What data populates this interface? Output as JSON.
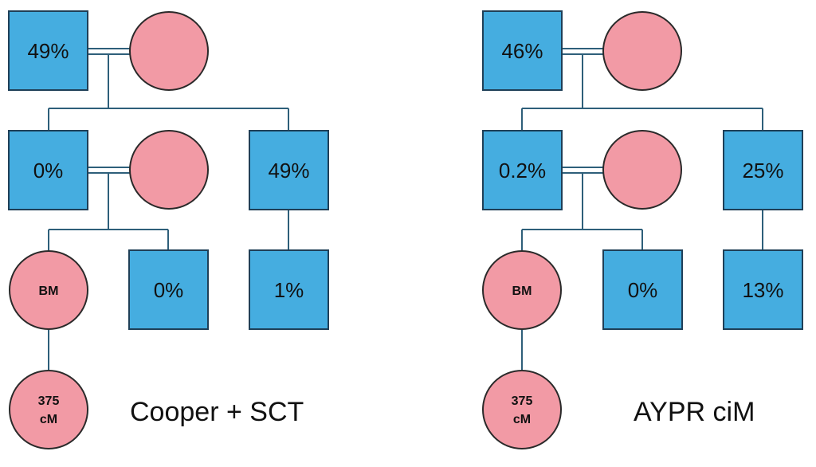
{
  "colors": {
    "male_fill": "#45ade0",
    "female_fill": "#f29aa5",
    "line": "#2e5f7a"
  },
  "left": {
    "title": "Cooper + SCT",
    "grandfather": "49%",
    "father": "0%",
    "uncle": "49%",
    "sibling": "0%",
    "cousin": "1%",
    "bm": "BM",
    "child_line1": "375",
    "child_line2": "cM"
  },
  "right": {
    "title": "AYPR ciM",
    "grandfather": "46%",
    "father": "0.2%",
    "uncle": "25%",
    "sibling": "0%",
    "cousin": "13%",
    "bm": "BM",
    "child_line1": "375",
    "child_line2": "cM"
  }
}
